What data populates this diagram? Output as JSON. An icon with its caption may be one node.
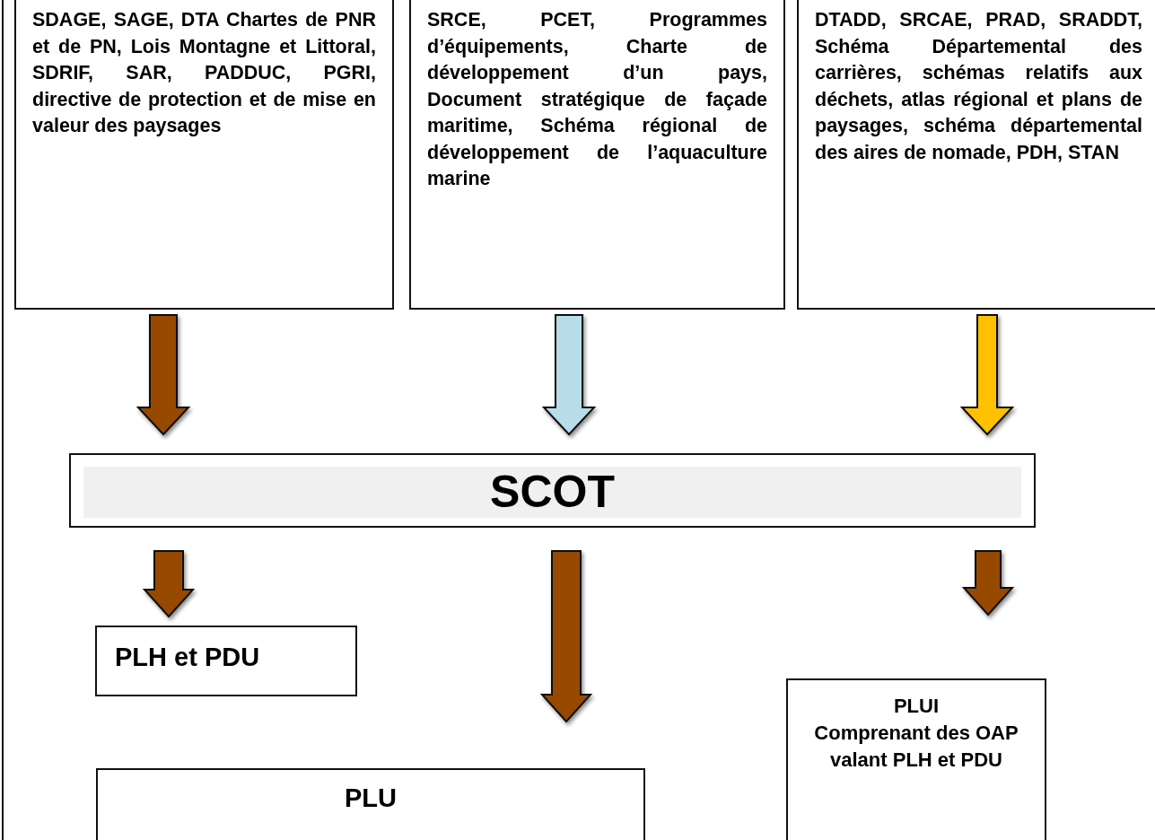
{
  "diagram": {
    "nodes": [
      {
        "text": [
          "SDAGE, SAGE, DTA Chartes de PNR et de PN, Lois Montagne et Littoral, SDRIF, SAR, PADDUC, PGRI, directive de protection et de mise en valeur des paysages"
        ]
      },
      {
        "text": [
          "SRCE, PCET, Programmes d’équipements, Charte de développement d’un pays, Document stratégique de façade maritime, Schéma régional de développement de l’aquaculture marine"
        ]
      },
      {
        "text": [
          "DTADD, SRCAE, PRAD, SRADDT, Schéma Départemental des carrières, schémas relatifs aux déchets, atlas régional et plans de paysages, schéma départemental des aires de nomade, PDH, STAN"
        ]
      },
      {
        "text": [
          "SCOT"
        ]
      },
      {
        "text": [
          "PLH et PDU"
        ]
      },
      {
        "text": [
          "PLU"
        ]
      },
      {
        "text": [
          "PLUI",
          "Comprenant des OAP valant PLH et PDU"
        ]
      }
    ],
    "edges": [
      {
        "from": 0,
        "to": 3,
        "arrow": "to"
      },
      {
        "from": 1,
        "to": 3,
        "arrow": "to",
        "color": "#b7dde8"
      },
      {
        "from": 2,
        "to": 3,
        "arrow": "to",
        "color": "#ffc000"
      },
      {
        "from": 3,
        "to": 4,
        "arrow": "to"
      },
      {
        "from": 3,
        "to": 5,
        "arrow": "to"
      },
      {
        "from": 3,
        "to": 6,
        "arrow": "to"
      }
    ]
  }
}
